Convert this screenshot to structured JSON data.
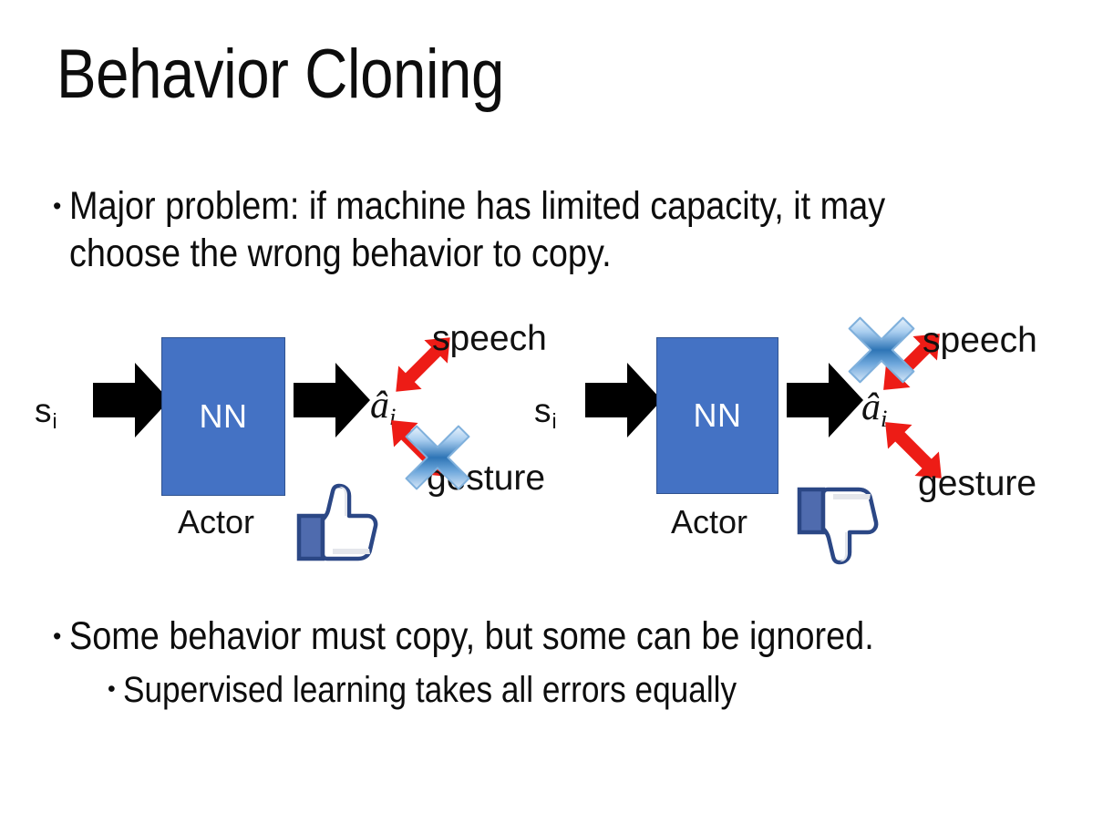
{
  "slide": {
    "title": "Behavior Cloning",
    "background_color": "#FFFFFF",
    "text_color": "#0D0D0D"
  },
  "bullets": [
    {
      "id": "bullet-1",
      "level": 1,
      "marker": "•",
      "text": "Major problem: if machine has limited capacity, it may choose the wrong behavior to copy."
    },
    {
      "id": "bullet-2",
      "level": 1,
      "marker": "•",
      "text": "Some behavior must copy, but some can be ignored."
    },
    {
      "id": "bullet-3",
      "level": 2,
      "marker": "•",
      "text": "Supervised learning takes all errors equally"
    }
  ],
  "diagrams": [
    {
      "id": "diagram-left",
      "input_label": "s",
      "input_subscript": "i",
      "box_label": "NN",
      "box_caption": "Actor",
      "box_color": "#4472C4",
      "box_border_color": "#2F528F",
      "output_label": "â",
      "output_subscript": "i",
      "branches": [
        {
          "name": "speech",
          "direction": "up-right",
          "crossed_out": false
        },
        {
          "name": "gesture",
          "direction": "down-right",
          "crossed_out": true
        }
      ],
      "verdict_icon": "thumbs-up-icon",
      "verdict": "approved"
    },
    {
      "id": "diagram-right",
      "input_label": "s",
      "input_subscript": "i",
      "box_label": "NN",
      "box_caption": "Actor",
      "box_color": "#4472C4",
      "box_border_color": "#2F528F",
      "output_label": "â",
      "output_subscript": "i",
      "branches": [
        {
          "name": "speech",
          "direction": "up-right",
          "crossed_out": true
        },
        {
          "name": "gesture",
          "direction": "down-right",
          "crossed_out": false
        }
      ],
      "verdict_icon": "thumbs-down-icon",
      "verdict": "rejected"
    }
  ],
  "colors": {
    "arrow_black": "#000000",
    "arrow_red": "#ED1C16",
    "cross_blue_light": "#CFE2F7",
    "cross_blue_mid": "#2E75B6",
    "cross_blue_dark": "#1F4E79",
    "thumb_navy": "#3B5998",
    "thumb_fill": "#FFFFFF",
    "thumb_shadow": "#E4E6EB"
  }
}
